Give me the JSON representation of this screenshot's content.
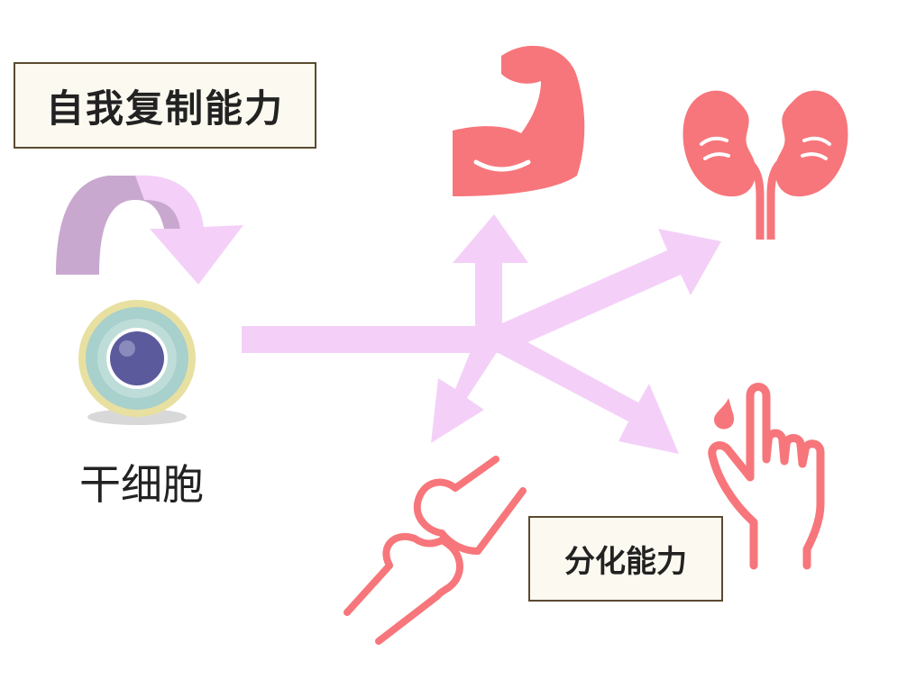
{
  "self_renewal": {
    "label": "自我复制能力"
  },
  "stem_cell": {
    "label": "干细胞"
  },
  "differentiation": {
    "label": "分化能力"
  },
  "targets": [
    {
      "icon": "muscle-icon"
    },
    {
      "icon": "kidney-icon"
    },
    {
      "icon": "finger-icon"
    },
    {
      "icon": "joint-bone-icon"
    }
  ],
  "colors": {
    "arrow": "#f4d0f8",
    "renewal_arrow_dark": "#c9a8d0",
    "organ": "#f7767b",
    "cell_ring": "#e8e0a0",
    "cell_body": "#a8d0cc",
    "nucleus": "#5a5a9c"
  }
}
